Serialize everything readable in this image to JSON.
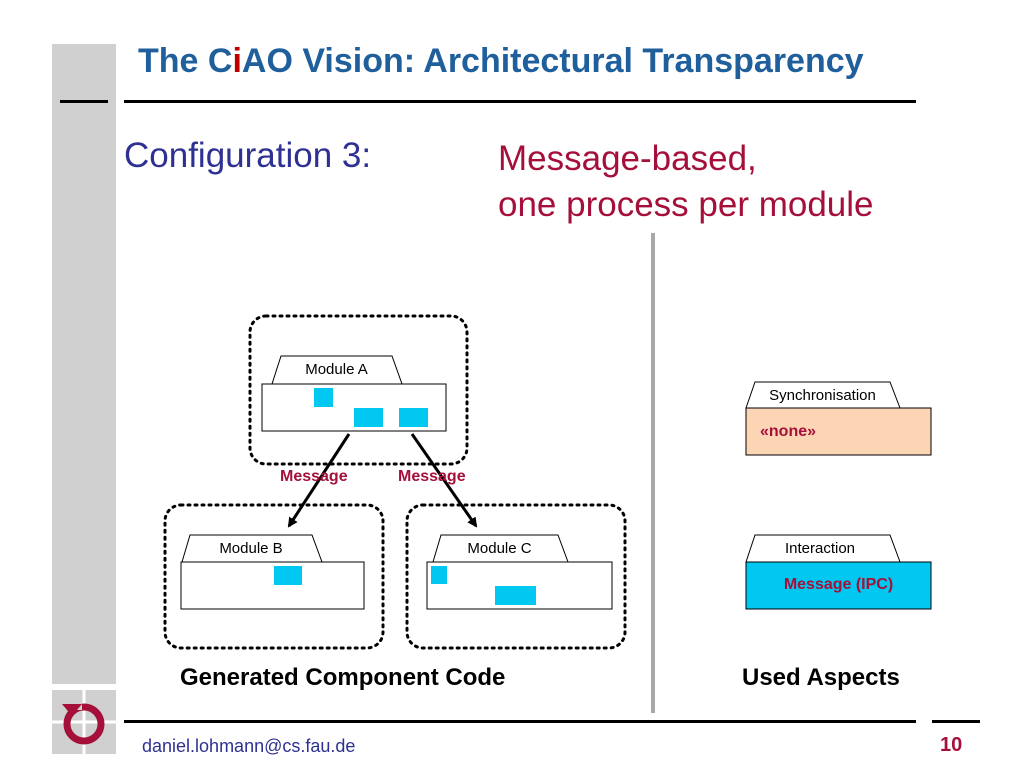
{
  "title": {
    "prefix": "The C",
    "highlight": "i",
    "suffix": "AO Vision: Architectural Transparency"
  },
  "config": {
    "label": "Configuration 3:",
    "desc_line1": "Message-based,",
    "desc_line2": "one process per module"
  },
  "modules": {
    "a": "Module A",
    "b": "Module B",
    "c": "Module C"
  },
  "messages": {
    "left": "Message",
    "right": "Message"
  },
  "aspects": {
    "sync_tab": "Synchronisation",
    "sync_value": "«none»",
    "interaction_tab": "Interaction",
    "interaction_value": "Message (IPC)"
  },
  "captions": {
    "left": "Generated Component Code",
    "right": "Used Aspects"
  },
  "footer": {
    "email": "daniel.lohmann@cs.fau.de",
    "page": "10"
  },
  "colors": {
    "title": "#1f5f9c",
    "accent_red": "#a5103a",
    "config_blue": "#2e3192",
    "component_cyan": "#00c8f0",
    "sync_fill": "#fcd5b4",
    "ipc_fill": "#00c8f0"
  }
}
